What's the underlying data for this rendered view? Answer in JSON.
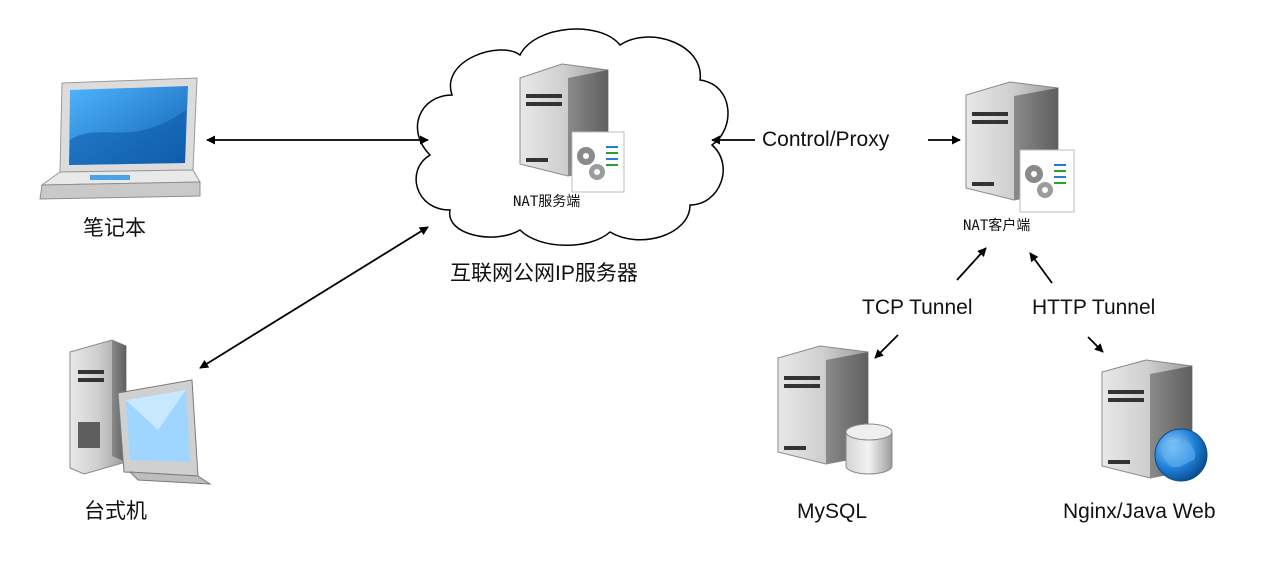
{
  "nodes": {
    "laptop": {
      "label": "笔记本",
      "icon": "laptop-icon"
    },
    "desktop": {
      "label": "台式机",
      "icon": "desktop-computer-icon"
    },
    "server": {
      "label": "NAT服务端",
      "caption": "互联网公网IP服务器",
      "icon": "server-gears-icon"
    },
    "client": {
      "label": "NAT客户端",
      "icon": "server-gears-icon"
    },
    "mysql": {
      "label": "MySQL",
      "icon": "database-server-icon"
    },
    "web": {
      "label": "Nginx/Java Web",
      "icon": "web-server-globe-icon"
    }
  },
  "edges": {
    "control": "Control/Proxy",
    "tcp": "TCP Tunnel",
    "http": "HTTP Tunnel"
  },
  "colors": {
    "line": "#000000",
    "cloud_stroke": "#000000",
    "screen_blue": "#1a7fd0",
    "server_gray": "#b8b8b8",
    "globe_blue": "#1f7fd6"
  }
}
